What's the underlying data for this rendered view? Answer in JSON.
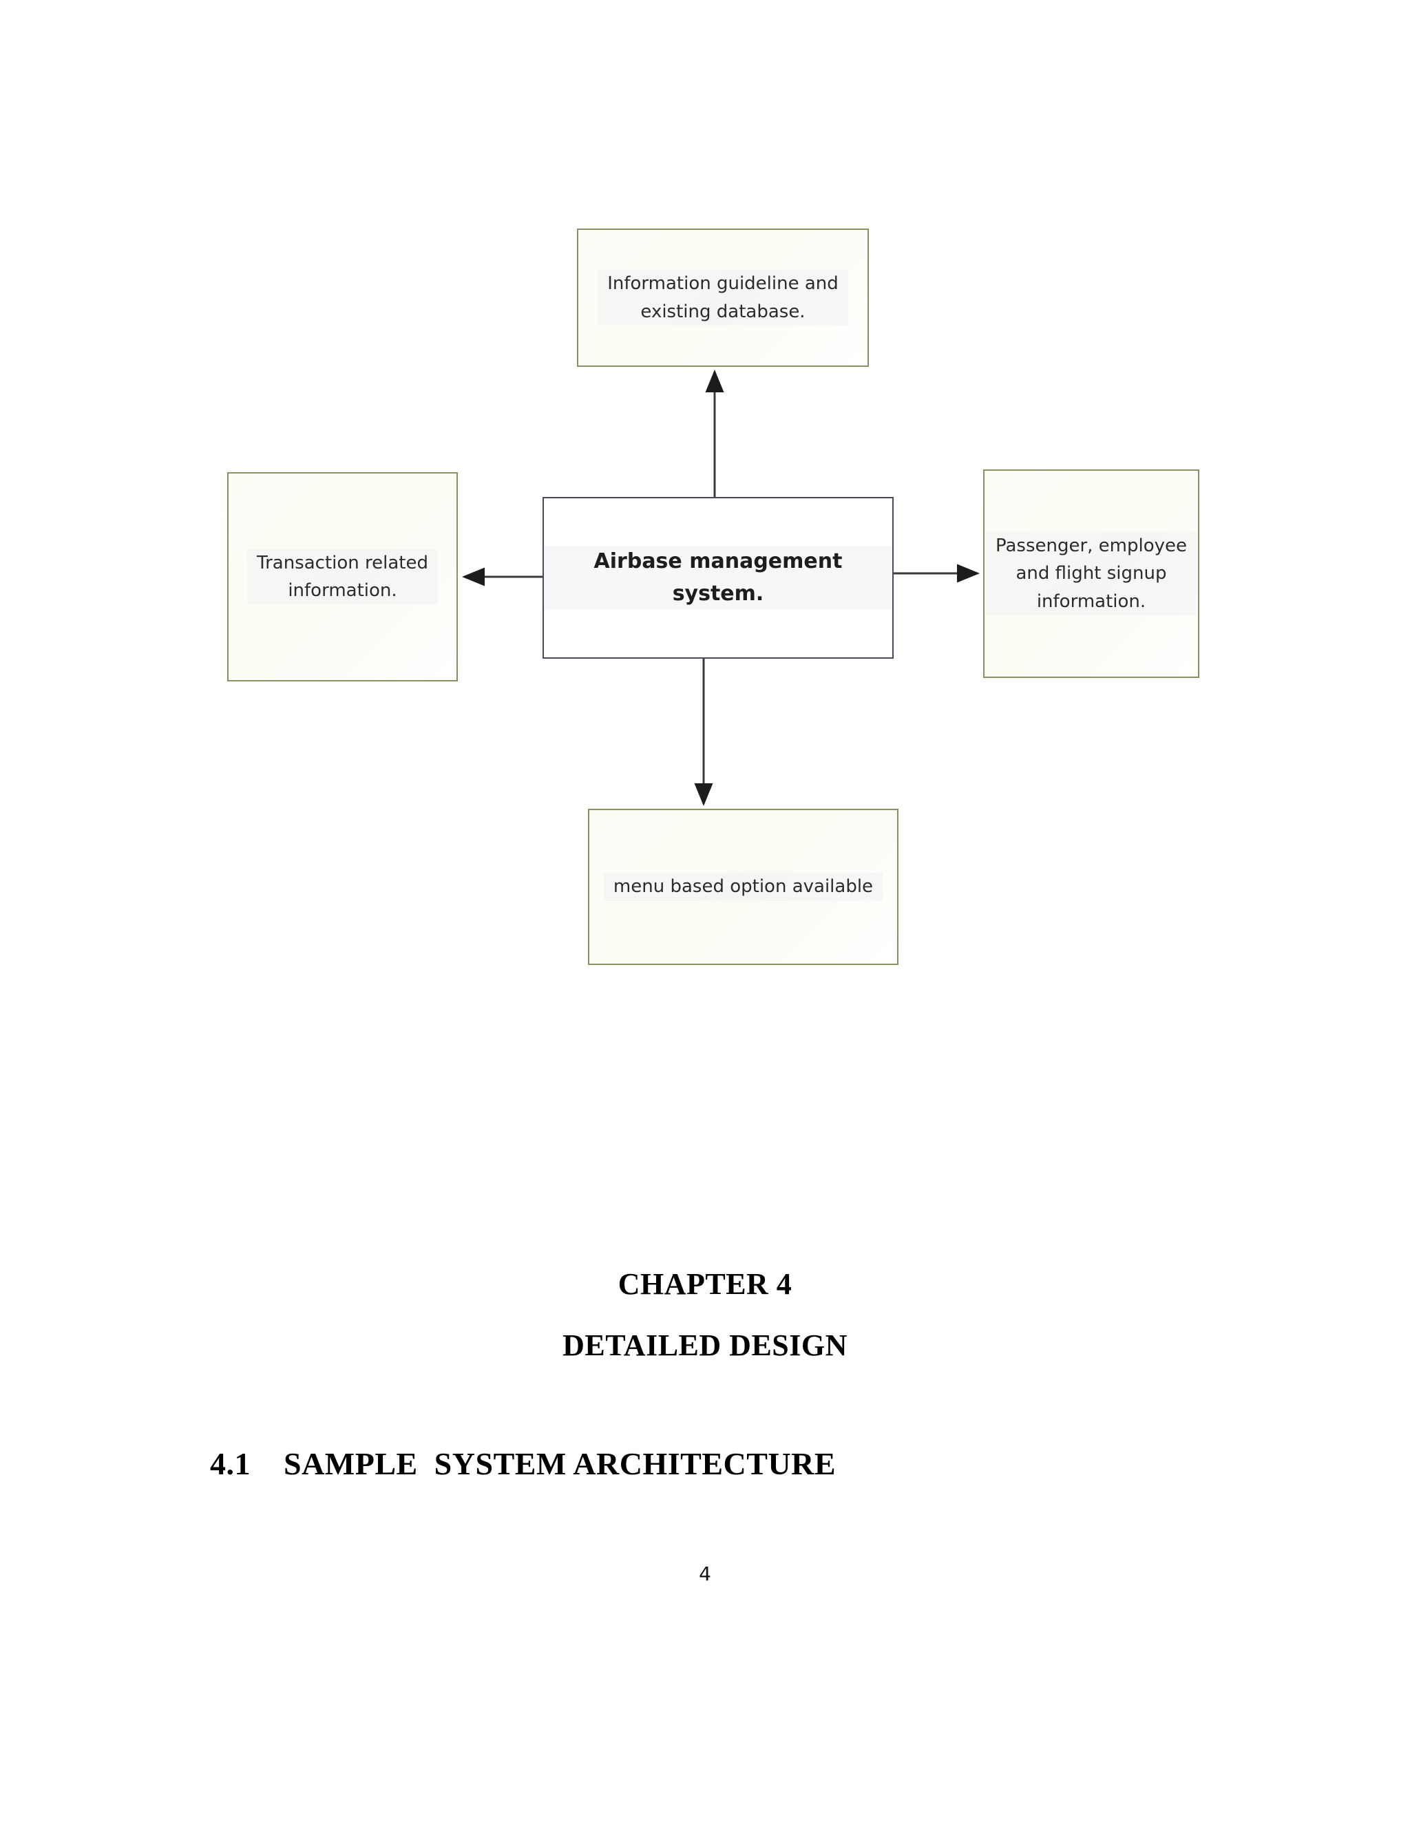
{
  "document": {
    "page_number": "4",
    "chapter_heading": "CHAPTER 4",
    "chapter_subject": "DETAILED DESIGN",
    "section_number": "4.1",
    "section_title": "SAMPLE  SYSTEM ARCHITECTURE"
  },
  "diagram": {
    "nodes": {
      "top": {
        "line1": "Information guideline and",
        "line2": "existing database."
      },
      "left": {
        "line1": "Transaction related",
        "line2": "information."
      },
      "hub": {
        "line1": "Airbase management system."
      },
      "right": {
        "line1": "Passenger, employee",
        "line2": "and flight signup",
        "line3": "information."
      },
      "bottom": {
        "line1": "menu based option available"
      }
    },
    "edges": [
      {
        "name": "hub-to-top",
        "from": "hub",
        "to": "top",
        "direction": "up"
      },
      {
        "name": "hub-to-left",
        "from": "hub",
        "to": "left",
        "direction": "left"
      },
      {
        "name": "hub-to-right",
        "from": "hub",
        "to": "right",
        "direction": "right"
      },
      {
        "name": "hub-to-bottom",
        "from": "hub",
        "to": "bottom",
        "direction": "down"
      }
    ],
    "colors": {
      "satellite_border": "#8b8f63",
      "satellite_fill": "#fdfdf6",
      "hub_border": "#4a4a5e",
      "hub_fill": "#ffffff",
      "connector": "#3a3a3a",
      "text": "#2b2b2b"
    }
  }
}
